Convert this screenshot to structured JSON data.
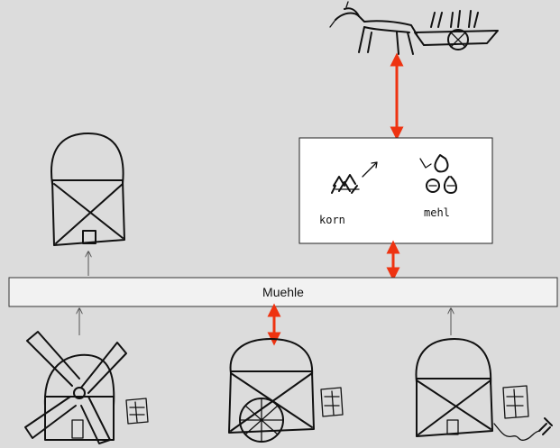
{
  "diagram": {
    "bar_label": "Muehle",
    "panel_labels": {
      "grain": "korn",
      "flour": "mehl"
    },
    "colors": {
      "background": "#dcdcdc",
      "box_fill": "#ffffff",
      "stroke": "#111111",
      "highlight_arrow": "#ee3311",
      "plain_arrow": "#666666"
    },
    "icons": [
      "horse-cart-icon",
      "storage-silo-icon",
      "windmill-icon",
      "cart-mill-icon",
      "electric-mill-icon",
      "grain-icon",
      "flour-sacks-icon",
      "document-icon"
    ]
  }
}
